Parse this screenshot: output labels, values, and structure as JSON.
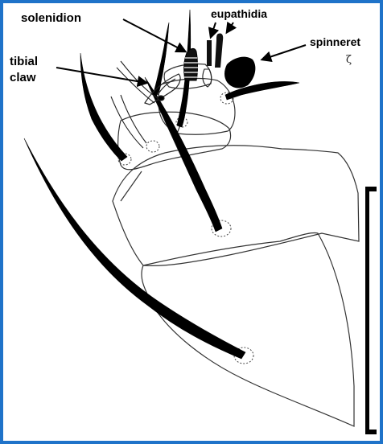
{
  "labels": {
    "solenidion": "solenidion",
    "eupathidia": "eupathidia",
    "spinneret": "spinneret",
    "spinneret_symbol": "ζ",
    "tibial_line1": "tibial",
    "tibial_line2": "claw"
  },
  "colors": {
    "frame": "#1f73c9",
    "ink": "#000000",
    "outline": "#333333"
  }
}
